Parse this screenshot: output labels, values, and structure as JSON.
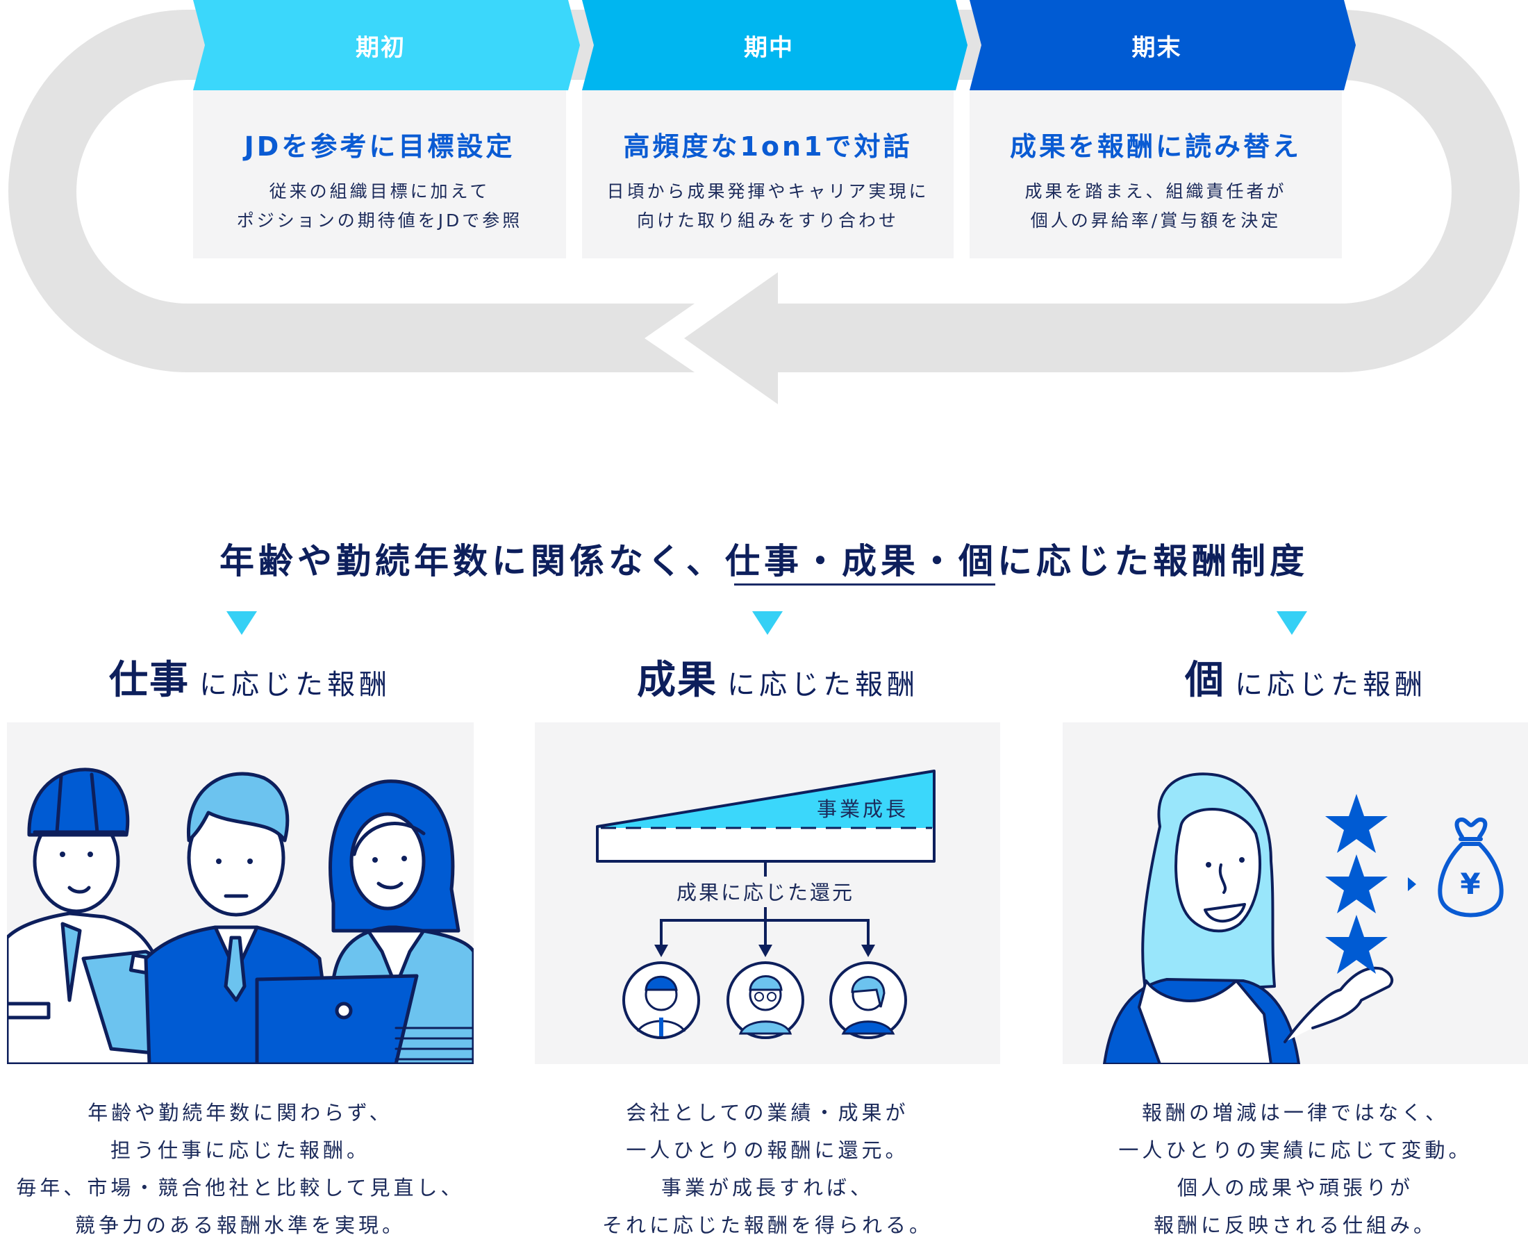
{
  "cycle": {
    "stages": [
      {
        "label": "期初",
        "color": "#3bd7fb",
        "title": "JDを参考に目標設定",
        "description": [
          "従来の組織目標に加えて",
          "ポジションの期待値をJDで参照"
        ]
      },
      {
        "label": "期中",
        "color": "#00b6f0",
        "title": "高頻度な1on1で対話",
        "description": [
          "日頃から成果発揮やキャリア実現に",
          "向けた取り組みをすり合わせ"
        ]
      },
      {
        "label": "期末",
        "color": "#005bd3",
        "title": "成果を報酬に読み替え",
        "description": [
          "成果を踏まえ、組織責任者が",
          "個人の昇給率/賞与額を決定"
        ]
      }
    ],
    "loop_color": "#e3e3e3",
    "loop_arrow_direction": "left"
  },
  "headline": {
    "prefix": "年齢や勤続年数に関係なく、",
    "emphasis": "仕事・成果・個",
    "suffix": "に応じた報酬制度"
  },
  "sections": [
    {
      "title_strong": "仕事",
      "title_rest": "に応じた報酬",
      "illustration": "three-workers-illustration",
      "body": [
        "年齢や勤続年数に関わらず、",
        "担う仕事に応じた報酬。",
        "毎年、市場・競合他社と比較して見直し、",
        "競争力のある報酬水準を実現。"
      ]
    },
    {
      "title_strong": "成果",
      "title_rest": "に応じた報酬",
      "illustration": "business-growth-diagram",
      "diagram": {
        "growth_label": "事業成長",
        "return_label": "成果に応じた還元",
        "recipients": 3
      },
      "body": [
        "会社としての業績・成果が",
        "一人ひとりの報酬に還元。",
        "事業が成長すれば、",
        "それに応じた報酬を得られる。"
      ]
    },
    {
      "title_strong": "個",
      "title_rest": "に応じた報酬",
      "illustration": "woman-stars-moneybag-illustration",
      "diagram": {
        "stars": 3,
        "currency_symbol": "¥"
      },
      "body": [
        "報酬の増減は一律ではなく、",
        "一人ひとりの実績に応じて変動。",
        "個人の成果や頑張りが",
        "報酬に反映される仕組み。"
      ]
    }
  ],
  "colors": {
    "navy": "#0d1f5c",
    "accent_blue": "#0a5bd3",
    "cyan": "#35d0f5",
    "light_blue": "#6cc3ef",
    "panel_bg": "#f4f4f5"
  }
}
